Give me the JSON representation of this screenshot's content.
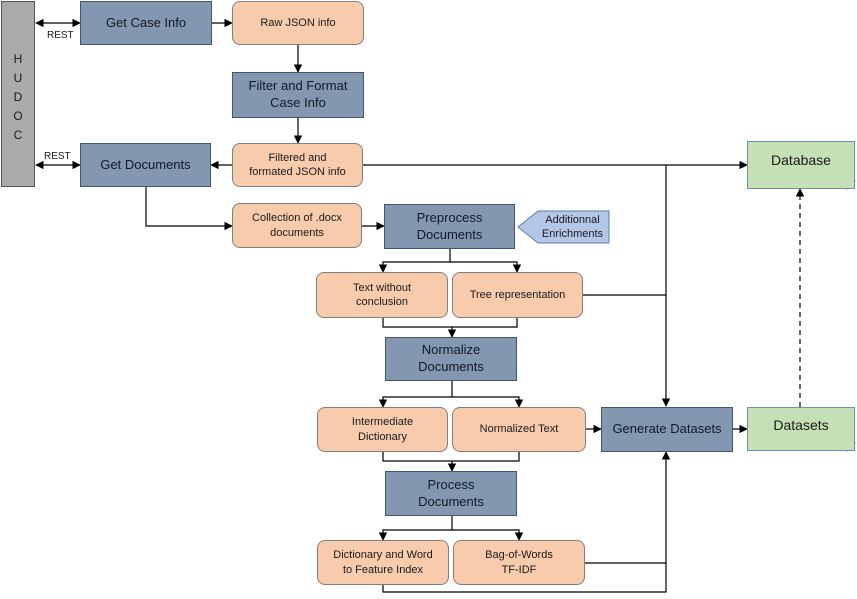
{
  "hudoc": {
    "letters": "H\nU\nD\nO\nC"
  },
  "labels": {
    "rest_top": "REST",
    "rest_bottom": "REST"
  },
  "processes": {
    "get_case_info": "Get Case Info",
    "filter_format": "Filter and Format\nCase Info",
    "get_documents": "Get Documents",
    "preprocess": "Preprocess\nDocuments",
    "normalize": "Normalize\nDocuments",
    "process": "Process\nDocuments",
    "generate": "Generate Datasets"
  },
  "data_items": {
    "raw_json": "Raw JSON info",
    "filtered_json": "Filtered and\nformated JSON info",
    "docx": "Collection of .docx\ndocuments",
    "text_wo_conclusion": "Text without\nconclusion",
    "tree": "Tree representation",
    "intermediate_dict": "Intermediate\nDictionary",
    "normalized_text": "Normalized Text",
    "dict_feature": "Dictionary and Word\nto Feature Index",
    "bow": "Bag-of-Words\nTF-IDF"
  },
  "enrichments": "Additionnal\nEnrichments",
  "stores": {
    "database": "Database",
    "datasets": "Datasets"
  },
  "colors": {
    "process_fill": "#8497b0",
    "data_fill": "#f8cbad",
    "store_fill": "#c5e0b4",
    "enrich_fill": "#b4c7e7",
    "hudoc_fill": "#aaaaaa"
  }
}
